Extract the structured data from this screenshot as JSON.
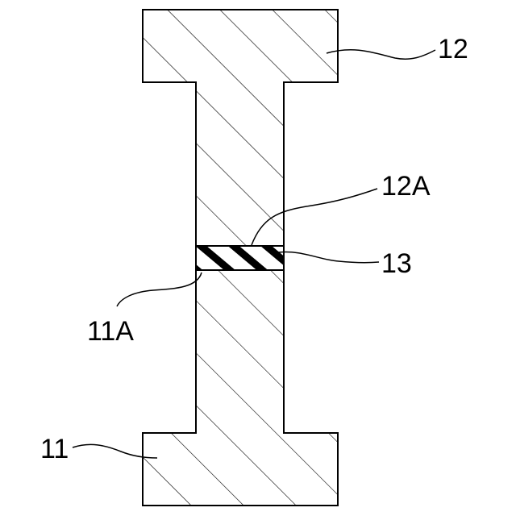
{
  "colors": {
    "ink": "#000000",
    "paper": "#ffffff"
  },
  "diagram": {
    "parts": [
      {
        "id": "upper-member",
        "ref": "12",
        "hatch": "fine-diagonal"
      },
      {
        "id": "lower-member",
        "ref": "11",
        "hatch": "fine-diagonal"
      },
      {
        "id": "joint-layer",
        "ref": "13",
        "hatch": "bold-diagonal"
      }
    ],
    "labels": {
      "upper_member": "12",
      "upper_joint_face": "12A",
      "joint_layer": "13",
      "lower_joint_face": "11A",
      "lower_member": "11"
    }
  }
}
